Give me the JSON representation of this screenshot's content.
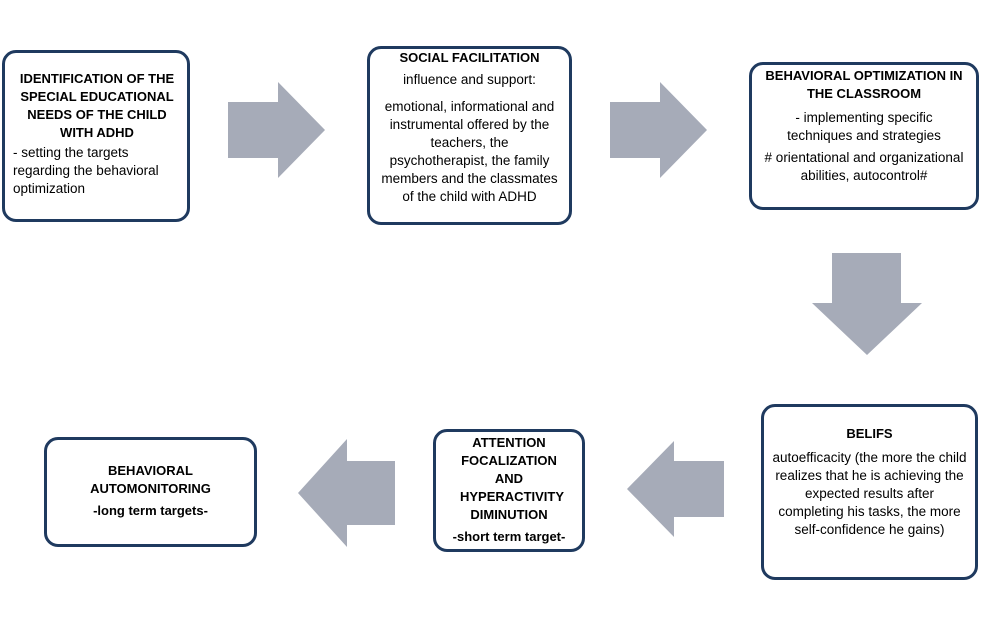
{
  "diagram": {
    "arrow_color": "#a6abb8",
    "border_color": "#1f3a5f",
    "boxes": {
      "identification": {
        "title": "IDENTIFICATION OF THE SPECIAL EDUCATIONAL NEEDS OF THE CHILD WITH ADHD",
        "body": "- setting the targets regarding  the behavioral optimization"
      },
      "social": {
        "title": "SOCIAL FACILITATION",
        "subtitle": "influence and support:",
        "body": "emotional, informational and instrumental offered by the teachers, the psychotherapist, the family members  and the classmates of the child with ADHD"
      },
      "optimization": {
        "title": "BEHAVIORAL OPTIMIZATION IN THE CLASSROOM",
        "body": "- implementing specific techniques and strategies",
        "body2": "# orientational and organizational abilities, autocontrol#"
      },
      "beliefs": {
        "title": "BELIFS",
        "body": "autoefficacity  (the more the child realizes that he is achieving the expected results  after  completing his tasks,  the more  self-confidence he gains)"
      },
      "attention": {
        "title": "ATTENTION FOCALIZATION AND HYPERACTIVITY DIMINUTION",
        "body": "-short term target-"
      },
      "automonitoring": {
        "title": "BEHAVIORAL AUTOMONITORING",
        "body": "-long term targets-"
      }
    }
  }
}
